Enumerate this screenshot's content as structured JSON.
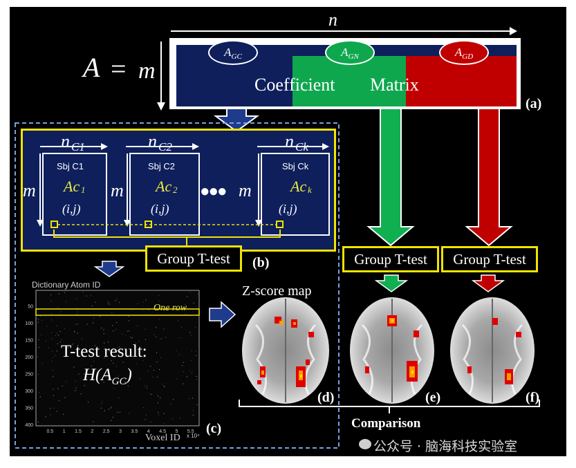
{
  "equation": {
    "lhs": "A",
    "eq": "=",
    "rows": "m",
    "cols": "n"
  },
  "matrix": {
    "label_left": "Coefficient",
    "label_right": "Matrix",
    "colors": {
      "control": "#0e1f5c",
      "normal": "#0fa74e",
      "disease": "#c00000"
    },
    "groups": [
      {
        "id": "control",
        "sub": "GC"
      },
      {
        "id": "normal",
        "sub": "GN"
      },
      {
        "id": "disease",
        "sub": "GD"
      }
    ]
  },
  "panel_b": {
    "subjects": [
      {
        "n": "C1",
        "title": "Sbj C1",
        "ac": "Ac",
        "ac_sub": "1",
        "ij": "(i,j)"
      },
      {
        "n": "C2",
        "title": "Sbj C2",
        "ac": "Ac",
        "ac_sub": "2",
        "ij": "(i,j)"
      },
      {
        "n": "Ck",
        "title": "Sbj Ck",
        "ac": "Ac",
        "ac_sub": "k",
        "ij": "(i,j)"
      }
    ],
    "n_letter": "n",
    "m_letter": "m",
    "dots": "●●●"
  },
  "ttest_labels": {
    "b": "Group T-test",
    "normal": "Group T-test",
    "disease": "Group T-test"
  },
  "panel_c": {
    "title": "Dictionary  Atom  ID",
    "one_row": "One row",
    "result_line1": "T-test result:",
    "result_line2": "H(A",
    "result_sub": "GC",
    "result_close": ")",
    "xlabel": "Voxel  ID",
    "xlabel_exp": "x 10⁴",
    "y_ticks": [
      "50",
      "100",
      "150",
      "200",
      "250",
      "300",
      "350",
      "400"
    ],
    "x_ticks": [
      "0.5",
      "1",
      "1.5",
      "2",
      "2.5",
      "3",
      "3.5",
      "4",
      "4.5",
      "5",
      "5.5"
    ]
  },
  "zscore_title": "Z-score map",
  "comparison": "Comparison",
  "panel_labels": {
    "a": "(a)",
    "b": "(b)",
    "c": "(c)",
    "d": "(d)",
    "e": "(e)",
    "f": "(f)"
  },
  "watermark": "公众号 · 脑海科技实验室"
}
